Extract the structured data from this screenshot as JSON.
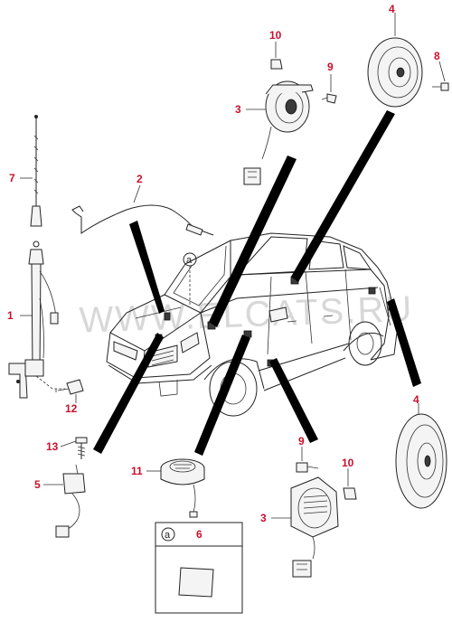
{
  "watermark": "WWW.ELCATS.RU",
  "callouts": {
    "c1": "1",
    "c2": "2",
    "c3a": "3",
    "c3b": "3",
    "c4a": "4",
    "c4b": "4",
    "c5": "5",
    "c6": "6",
    "c7": "7",
    "c8": "8",
    "c9a": "9",
    "c9b": "9",
    "c10a": "10",
    "c10b": "10",
    "c11": "11",
    "c12": "12",
    "c13": "13"
  },
  "location_marker": "a",
  "inset_marker": "a",
  "colors": {
    "callout": "#c8102e",
    "line": "#222222",
    "watermark": "#b9b9b9"
  }
}
